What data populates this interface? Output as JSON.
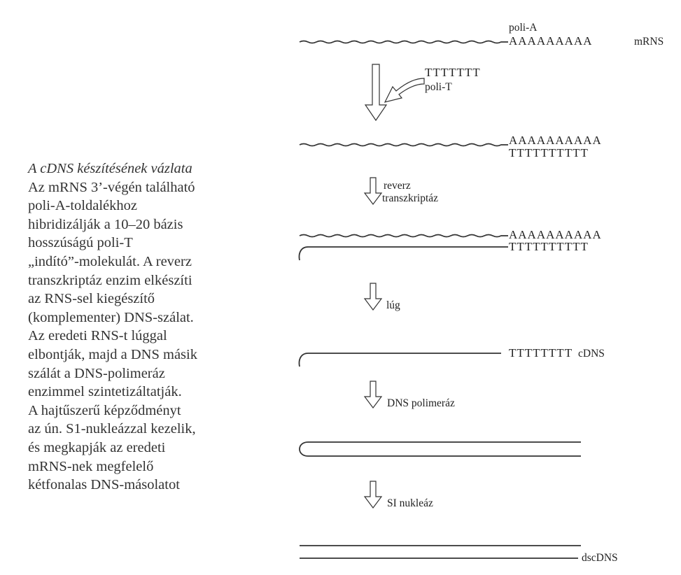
{
  "caption": {
    "title": "A cDNS készítésének vázlata",
    "lines": [
      "Az mRNS 3’-végén található",
      "poli-A-toldalékhoz",
      "hibridizálják a 10–20 bázis",
      "hosszúságú poli-T",
      "„indító”-molekulát. A reverz",
      "transzkriptáz enzim elkészíti",
      "az RNS-sel kiegészítő",
      "(komplementer) DNS-szálat.",
      "Az eredeti RNS-t lúggal",
      "elbontják, majd a DNS másik",
      "szálát a DNS-polimeráz",
      "enzimmel szintetizáltatják.",
      "A hajtűszerű képződményt",
      "az ún. S1-nukleázzal kezelik,",
      "és megkapják az eredeti",
      "mRNS-nek megfelelő",
      "kétfonalas DNS-másolatot"
    ]
  },
  "diagram": {
    "polyA_label": "poli-A",
    "polyA_seq_1": "AAAAAAAAA",
    "mrns_label": "mRNS",
    "polyT_seq": "TTTTTTT",
    "polyT_label": "poli-T",
    "hybrid_a_seq": "AAAAAAAAAA",
    "hybrid_t_seq": "TTTTTTTTTT",
    "step_reverse_1": "reverz",
    "step_reverse_2": "transzkriptáz",
    "rt_a_seq": "AAAAAAAAAA",
    "rt_t_seq": "TTTTTTTTTT",
    "step_lug": "lúg",
    "cdna_t_seq": "TTTTTTTT",
    "cdna_label": "cDNS",
    "step_polymerase": "DNS polimeráz",
    "step_nuclease": "SI nukleáz",
    "dscdna_label": "dscDNS"
  }
}
